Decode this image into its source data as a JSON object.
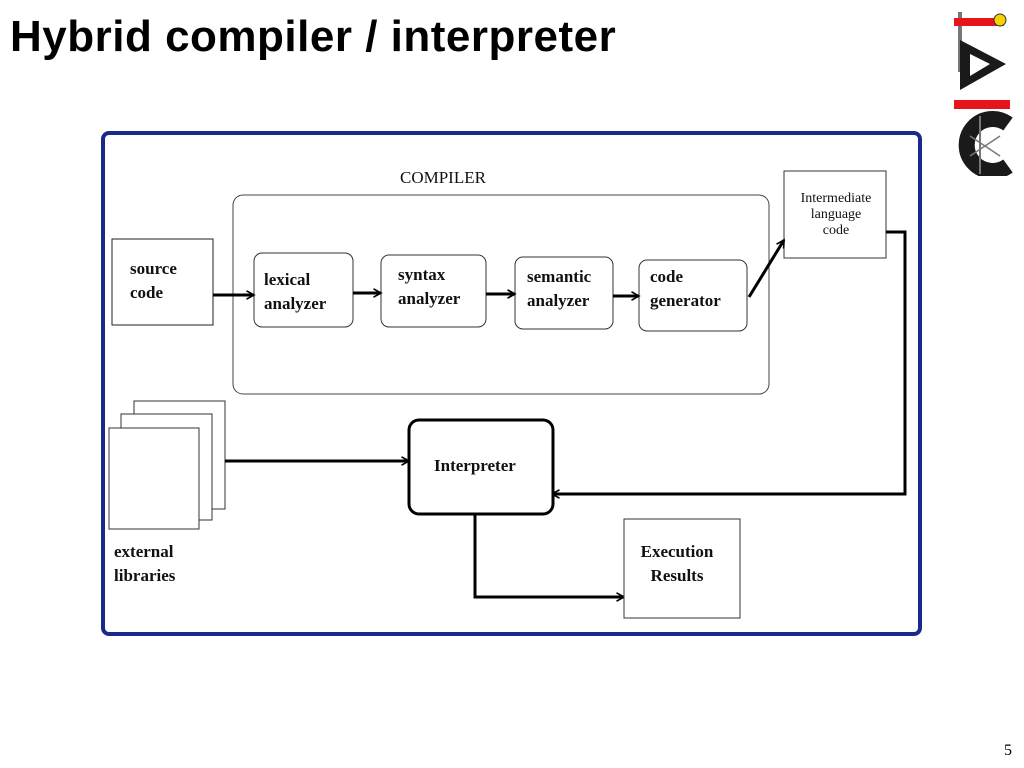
{
  "slide": {
    "title": "Hybrid compiler / interpreter",
    "page_number": "5"
  },
  "diagram": {
    "compiler_label": "COMPILER",
    "source_code": [
      "source",
      "code"
    ],
    "lexical_analyzer": [
      "lexical",
      "analyzer"
    ],
    "syntax_analyzer": [
      "syntax",
      "analyzer"
    ],
    "semantic_analyzer": [
      "semantic",
      "analyzer"
    ],
    "code_generator": [
      "code",
      "generator"
    ],
    "intermediate_code": [
      "Intermediate",
      "language",
      "code"
    ],
    "interpreter": "Interpreter",
    "external_libraries": [
      "external",
      "libraries"
    ],
    "execution_results": [
      "Execution",
      "Results"
    ]
  },
  "logo": {
    "colors": {
      "bar": "#e8141c",
      "dot": "#f5d200",
      "shape": "#1a1a1a"
    }
  },
  "colors": {
    "frame": "#1a2a8c",
    "stroke": "#000000"
  }
}
